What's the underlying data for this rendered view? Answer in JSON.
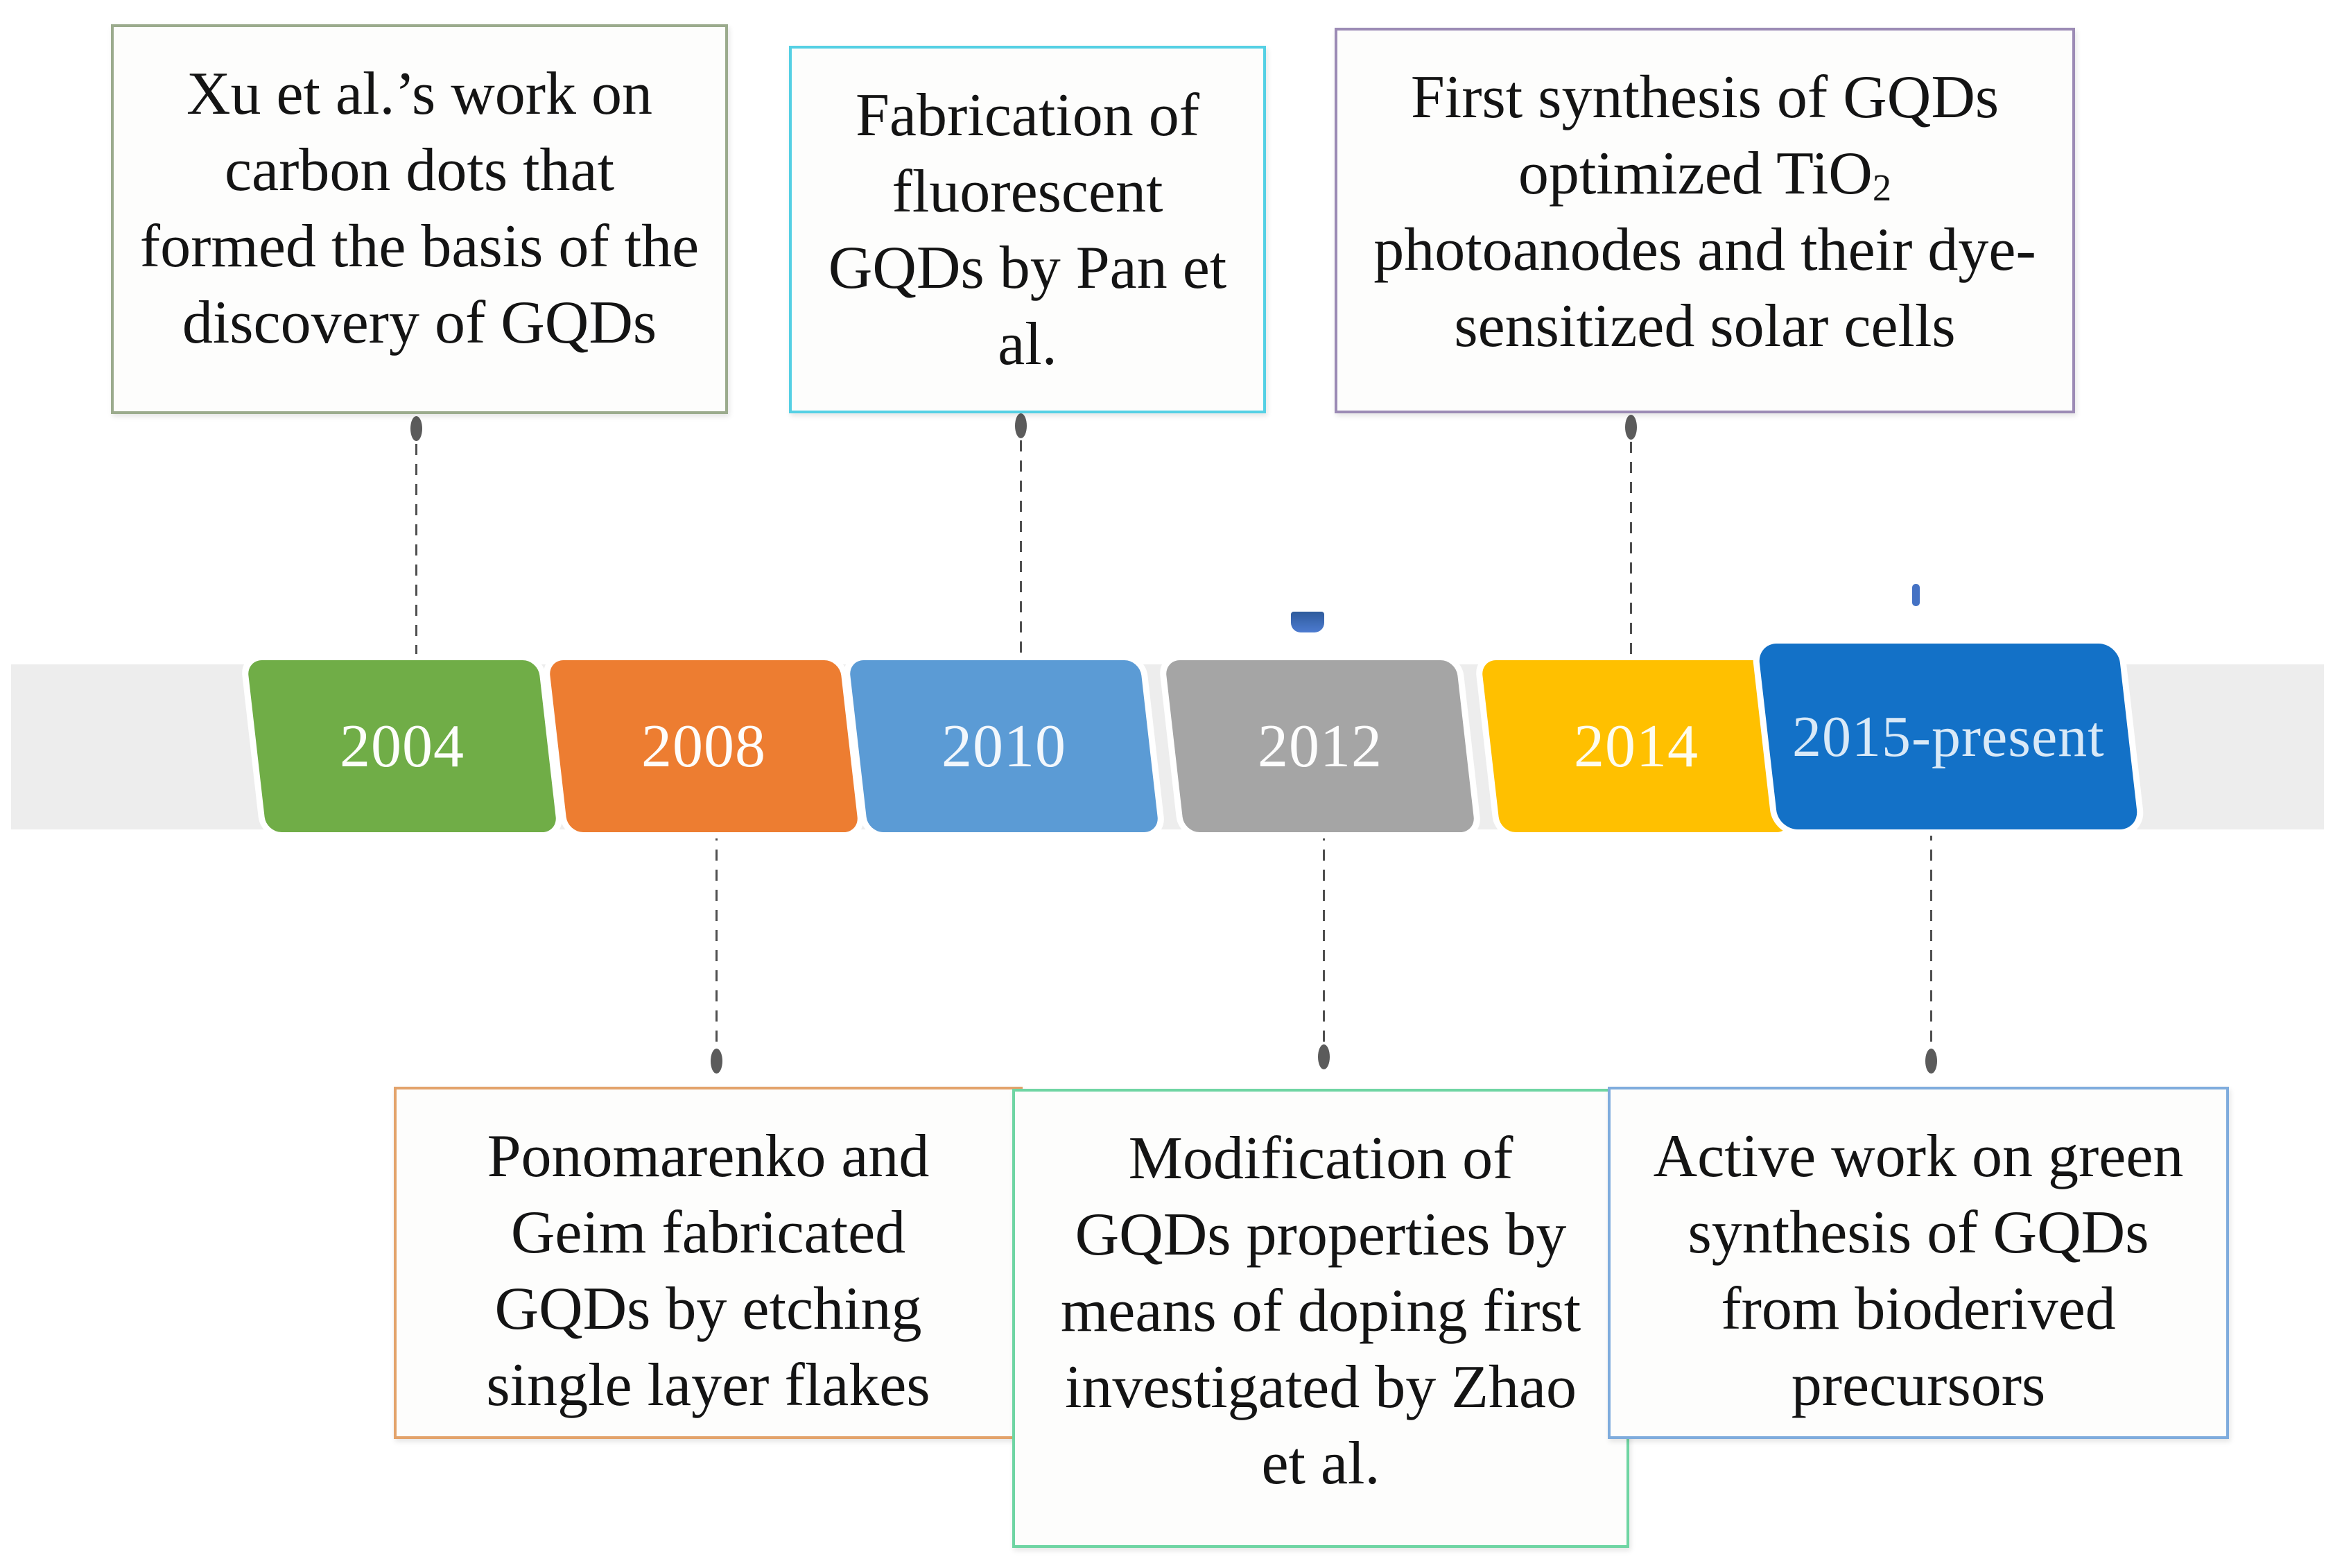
{
  "band": {
    "color": "#EDEDED"
  },
  "years": [
    {
      "label": "2004",
      "color": "#70AD47",
      "text_color": "#FDFEFB"
    },
    {
      "label": "2008",
      "color": "#ED7D31",
      "text_color": "#FEFDFB"
    },
    {
      "label": "2010",
      "color": "#5B9BD5",
      "text_color": "#F2F7FC"
    },
    {
      "label": "2012",
      "color": "#A5A5A5",
      "text_color": "#FDFDFD"
    },
    {
      "label": "2014",
      "color": "#FFC000",
      "text_color": "#FEFCEF"
    },
    {
      "label": "2015-present",
      "color": "#1371C7",
      "text_color": "#D9E9F7"
    }
  ],
  "callouts": [
    {
      "year": "2004",
      "border": "#9BAB8D",
      "lines": [
        "Xu et al.’s work on",
        "carbon dots that",
        "formed the basis of the",
        "discovery of GQDs"
      ]
    },
    {
      "year": "2010",
      "border": "#55D0E4",
      "lines": [
        "Fabrication of",
        "fluorescent",
        "GQDs by Pan et",
        "al."
      ]
    },
    {
      "year": "2014",
      "border": "#9C8BB5",
      "lines": [
        "First synthesis of GQDs",
        "optimized TiO",
        "photoanodes and their dye-",
        "sensitized solar cells"
      ],
      "subscript": "2"
    },
    {
      "year": "2008",
      "border": "#E3A36B",
      "lines": [
        "Ponomarenko and",
        "Geim fabricated",
        "GQDs by etching",
        "single layer flakes"
      ]
    },
    {
      "year": "2012",
      "border": "#6FD5A3",
      "lines": [
        "Modification of",
        "GQDs properties by",
        "means of doping first",
        "investigated by Zhao",
        "et al."
      ]
    },
    {
      "year": "2015-present",
      "border": "#7FACDD",
      "lines": [
        "Active work on green",
        "synthesis of GQDs",
        "from bioderived",
        "precursors"
      ]
    }
  ]
}
